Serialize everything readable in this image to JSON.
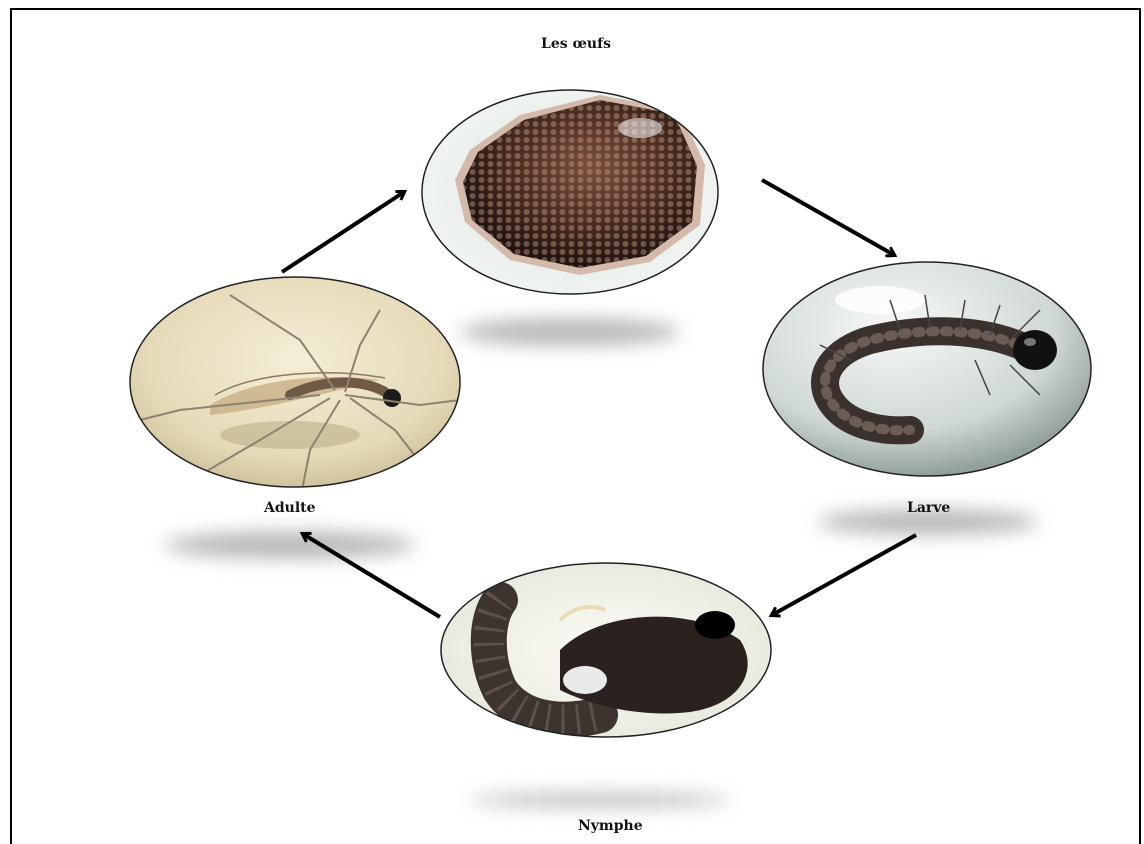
{
  "diagram": {
    "stages": [
      {
        "id": "eggs",
        "label": "Les œufs",
        "image": "mosquito-egg-raft-photo"
      },
      {
        "id": "larva",
        "label": "Larve",
        "image": "mosquito-larva-photo"
      },
      {
        "id": "pupa",
        "label": "Nymphe",
        "image": "mosquito-pupa-photo"
      },
      {
        "id": "adult",
        "label": "Adulte",
        "image": "adult-mosquito-photo"
      }
    ],
    "arrow_color": "#000000"
  }
}
